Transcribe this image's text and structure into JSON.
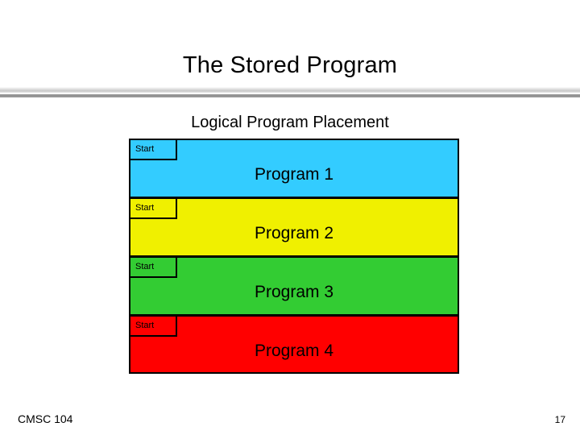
{
  "slide": {
    "title": "The Stored Program",
    "subtitle": "Logical Program Placement",
    "page_number": "17",
    "course_label": "CMSC 104"
  },
  "diagram": {
    "type": "memory-map",
    "blocks": [
      {
        "label": "Program 1",
        "start_label": "Start",
        "color": "#33CCFF"
      },
      {
        "label": "Program 2",
        "start_label": "Start",
        "color": "#F0F000"
      },
      {
        "label": "Program 3",
        "start_label": "Start",
        "color": "#33CC33"
      },
      {
        "label": "Program 4",
        "start_label": "Start",
        "color": "#FF0000"
      }
    ],
    "border_color": "#000000",
    "text_color": "#000000"
  },
  "divider": {
    "light_color": "#D9D9D9",
    "dark_color": "#8F8F8F"
  }
}
